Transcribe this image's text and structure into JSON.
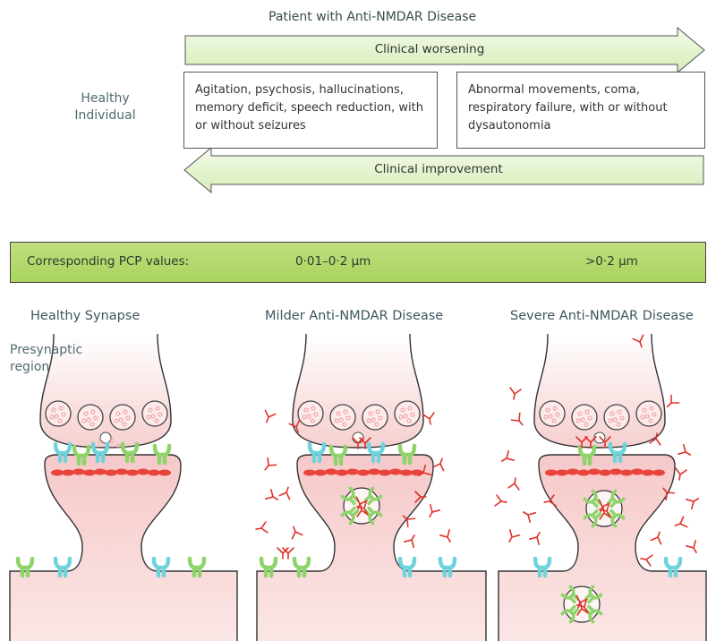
{
  "top": {
    "heading": "Patient with Anti-NMDAR Disease",
    "healthy_label_line1": "Healthy",
    "healthy_label_line2": "Individual",
    "worsening_label": "Clinical worsening",
    "improvement_label": "Clinical improvement",
    "box_left": "Agitation, psychosis, hallucinations, memory deficit, speech reduction, with or without seizures",
    "box_right": "Abnormal movements, coma, respiratory failure, with or without dysautonomia"
  },
  "pcp": {
    "label": "Corresponding PCP values:",
    "mild_value": "0·01–0·2 μm",
    "severe_value": ">0·2 μm"
  },
  "panels": {
    "healthy_title": "Healthy Synapse",
    "mild_title": "Milder Anti-NMDAR Disease",
    "severe_title": "Severe Anti-NMDAR Disease",
    "presynaptic_line1": "Presynaptic",
    "presynaptic_line2": "region"
  },
  "colors": {
    "arrow_fill": "#e9f5d6",
    "bar_fill": "#b4d96a",
    "terminal_fill": "#f9dede",
    "antibody": "#e0312a",
    "receptor_green": "#8ed46a",
    "receptor_cyan": "#6fd3dc",
    "psd_red": "#e8443c"
  }
}
